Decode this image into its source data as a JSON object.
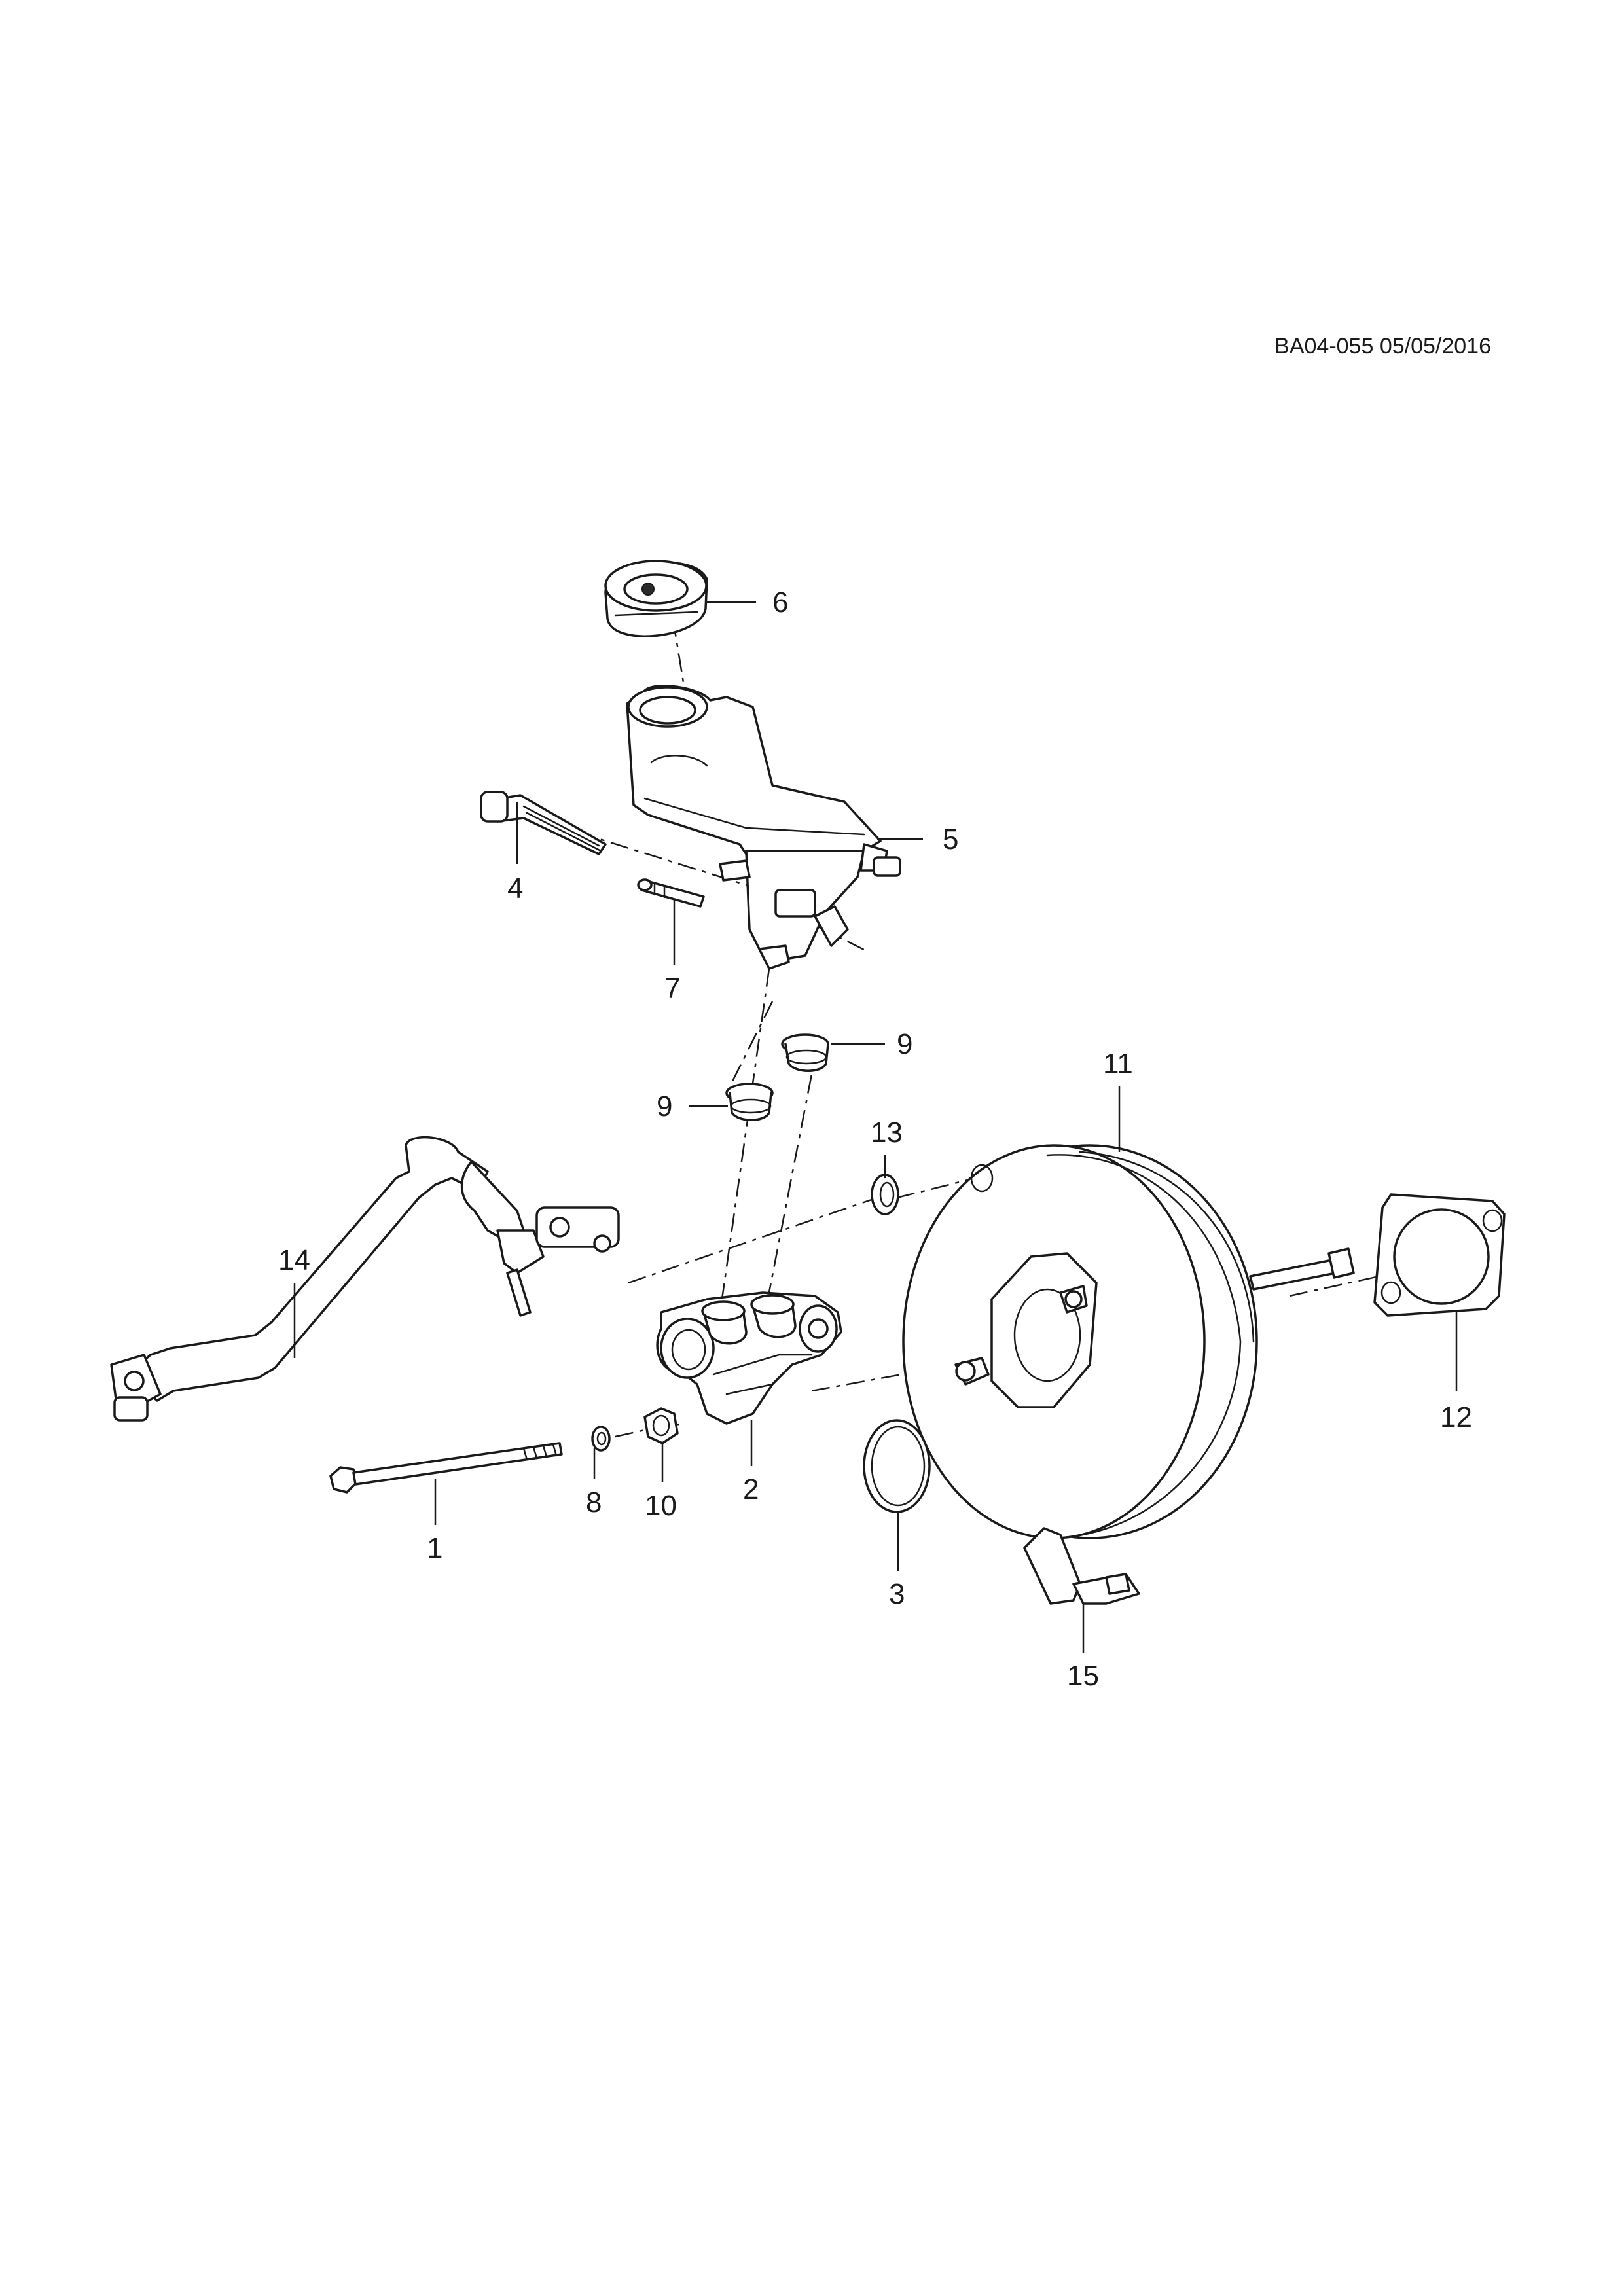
{
  "diagram": {
    "reference_code": "BA04-055 05/05/2016",
    "callouts": {
      "c1": "1",
      "c2": "2",
      "c3": "3",
      "c4": "4",
      "c5": "5",
      "c6": "6",
      "c7": "7",
      "c8": "8",
      "c9a": "9",
      "c9b": "9",
      "c10": "10",
      "c11": "11",
      "c12": "12",
      "c13": "13",
      "c14": "14",
      "c15": "15"
    }
  }
}
